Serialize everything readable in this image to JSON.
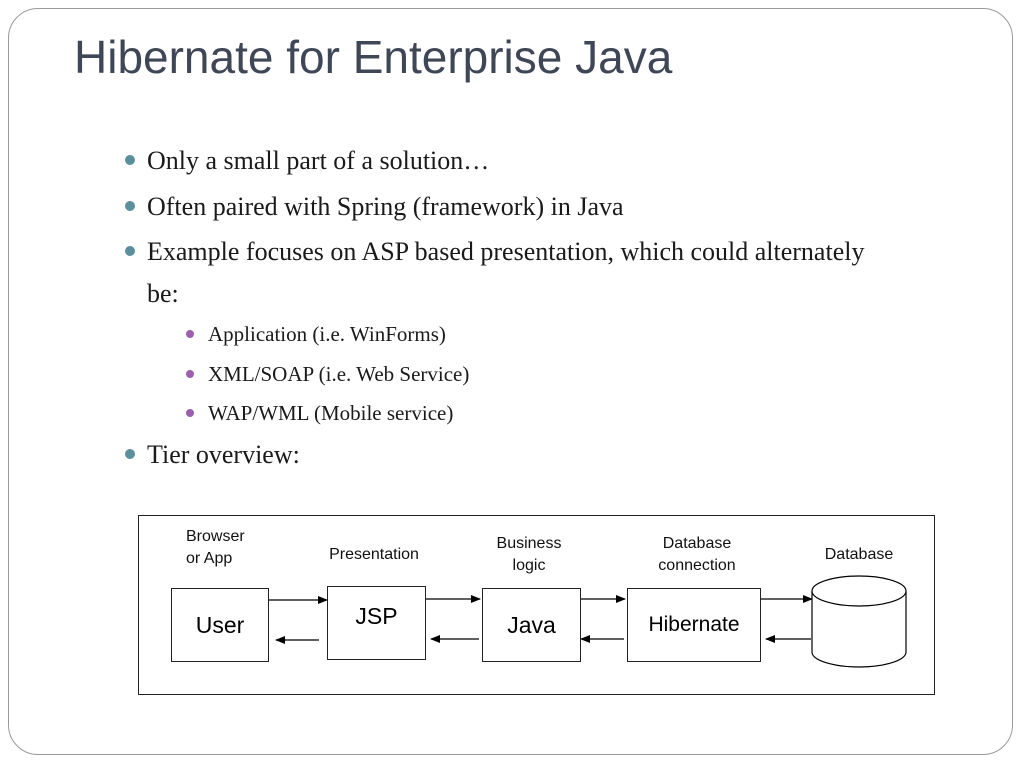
{
  "slide": {
    "title": "Hibernate for Enterprise Java",
    "bullets": [
      "Only a small part of a solution…",
      "Often paired with Spring (framework) in Java",
      "Example focuses on ASP based presentation, which could alternately be:",
      "Tier overview:"
    ],
    "sub_bullets": [
      "Application (i.e. WinForms)",
      "XML/SOAP (i.e. Web Service)",
      "WAP/WML (Mobile service)"
    ],
    "colors": {
      "title": "#3f4757",
      "bullet_dot": "#5a8f9b",
      "sub_bullet_dot": "#9b5fae"
    }
  },
  "diagram": {
    "labels": {
      "browser_line1": "Browser",
      "browser_line2": "or App",
      "presentation": "Presentation",
      "business_line1": "Business",
      "business_line2": "logic",
      "dbconn_line1": "Database",
      "dbconn_line2": "connection",
      "database": "Database"
    },
    "boxes": {
      "user": "User",
      "jsp": "JSP",
      "java": "Java",
      "hibernate": "Hibernate"
    }
  }
}
